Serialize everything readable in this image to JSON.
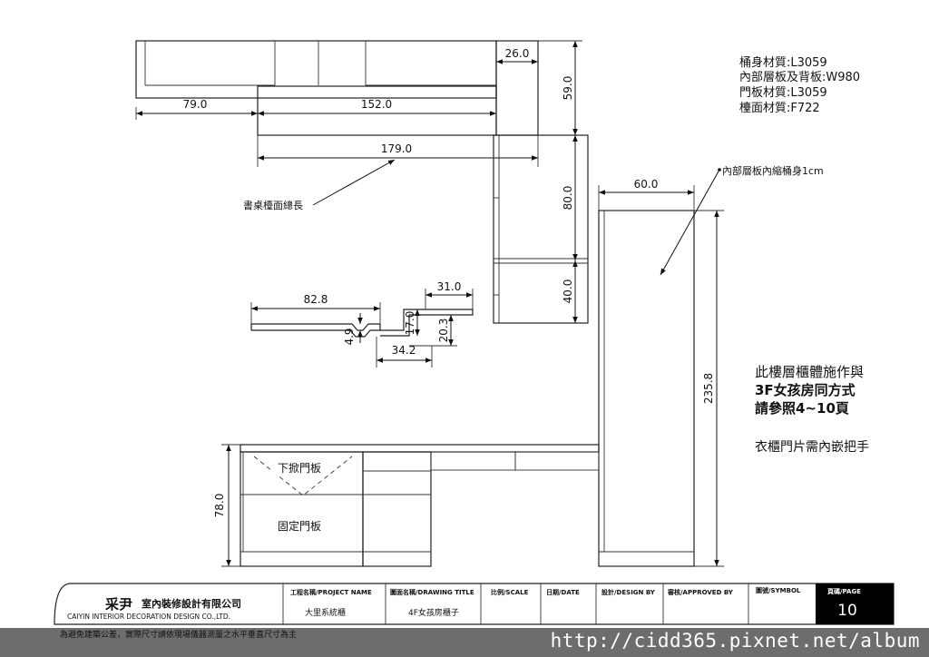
{
  "dimensions": {
    "d_79": "79.0",
    "d_152": "152.0",
    "d_26": "26.0",
    "d_179": "179.0",
    "d_59": "59.0",
    "d_80": "80.0",
    "d_40": "40.0",
    "d_60": "60.0",
    "d_235_8": "235.8",
    "d_78": "78.0",
    "d_82_8": "82.8",
    "d_31": "31.0",
    "d_17": "17.0",
    "d_20_3": "20.3",
    "d_4_9": "4.9",
    "d_34_2": "34.2"
  },
  "labels": {
    "desk_top_length": "書桌檯面總長",
    "inner_shelf_note": "內部層板內縮桶身1cm",
    "drop_door": "下掀門板",
    "fixed_door": "固定門板"
  },
  "materials": [
    "桶身材質:L3059",
    "內部層板及背板:W980",
    "門板材質:L3059",
    "檯面材質:F722"
  ],
  "notes": {
    "line1": "此樓層櫃體施作與",
    "line2": "3F女孩房同方式",
    "line3": "請參照4~10頁",
    "line4": "衣櫃門片需內嵌把手"
  },
  "title_block": {
    "company_cn": "采尹",
    "company_cn_rest": "室內裝修設計有限公司",
    "company_en": "CAIYIN INTERIOR DECORATION DESIGN CO.,LTD.",
    "project_name_label": "工程名稱/PROJECT NAME",
    "project_name_value": "大里系統櫃",
    "drawing_title_label": "圖面名稱/DRAWING TITLE",
    "drawing_title_value": "4F女孩房櫃子",
    "scale_label": "比例/SCALE",
    "date_label": "日期/DATE",
    "design_label": "設計/DESIGN BY",
    "approved_label": "審核/APPROVED BY",
    "symbol_label": "圖號/SYMBOL",
    "page_label": "頁碼/PAGE",
    "page_value": "10"
  },
  "footer": {
    "disclaimer": "為避免建築公差，實際尺寸請依現場儀器測量之水平垂直尺寸為主",
    "url": "http://cidd365.pixnet.net/album"
  }
}
